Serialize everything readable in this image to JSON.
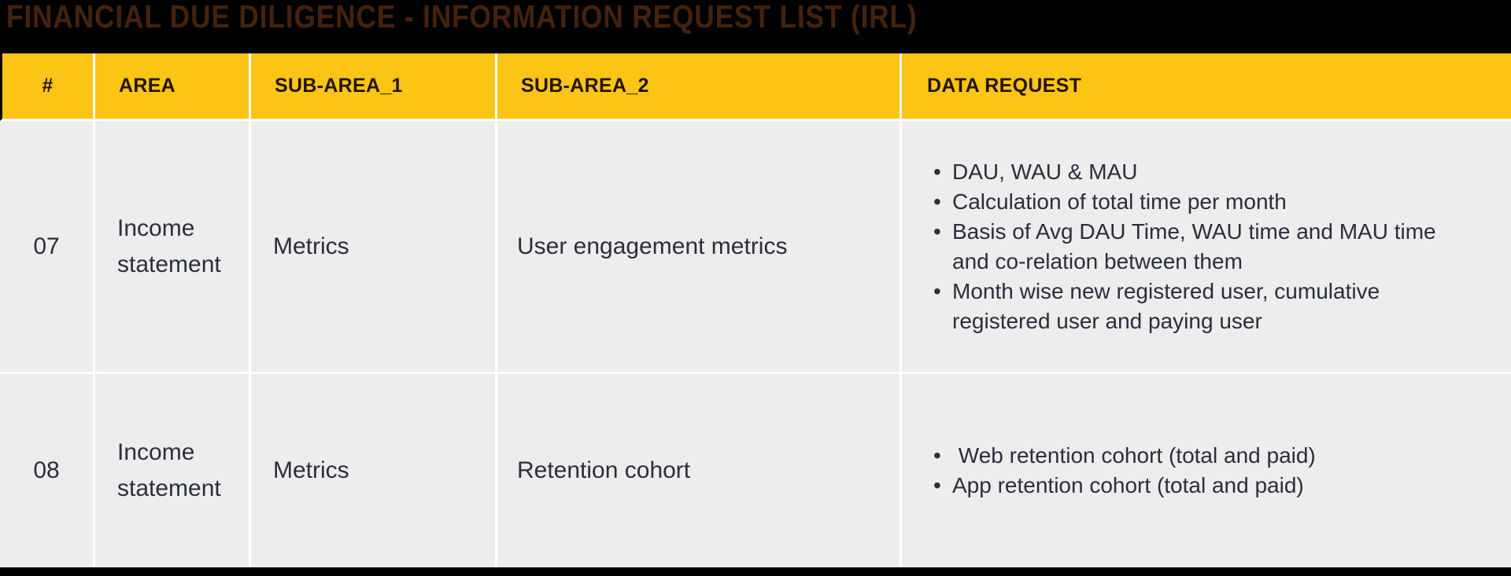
{
  "title": "FINANCIAL DUE DILIGENCE - INFORMATION REQUEST LIST (IRL)",
  "colors": {
    "title_bar_bg": "#000000",
    "title_text": "#44220E",
    "header_bg": "#FCC415",
    "header_text": "#221504",
    "body_bg": "#EDEDED",
    "body_text": "#2B2E3B",
    "separator": "#FFFFFF",
    "bottom_bar": "#000000"
  },
  "table": {
    "columns": [
      "#",
      "AREA",
      "SUB-AREA_1",
      "SUB-AREA_2",
      "DATA REQUEST"
    ],
    "rows": [
      {
        "num": "07",
        "area": "Income statement",
        "sub_area_1": "Metrics",
        "sub_area_2": "User engagement metrics",
        "bullets": [
          {
            "lines": [
              "DAU, WAU & MAU"
            ]
          },
          {
            "lines": [
              "Calculation of total time per month"
            ]
          },
          {
            "lines": [
              "Basis of Avg DAU Time, WAU time and MAU time",
              "and co-relation between them"
            ]
          },
          {
            "lines": [
              "Month wise new registered user, cumulative",
              "registered user and paying user"
            ]
          }
        ]
      },
      {
        "num": "08",
        "area": "Income statement",
        "sub_area_1": "Metrics",
        "sub_area_2": "Retention cohort",
        "bullets": [
          {
            "lines": [
              " Web retention cohort (total and paid)"
            ]
          },
          {
            "lines": [
              "App retention cohort (total and paid)"
            ]
          }
        ]
      }
    ]
  }
}
